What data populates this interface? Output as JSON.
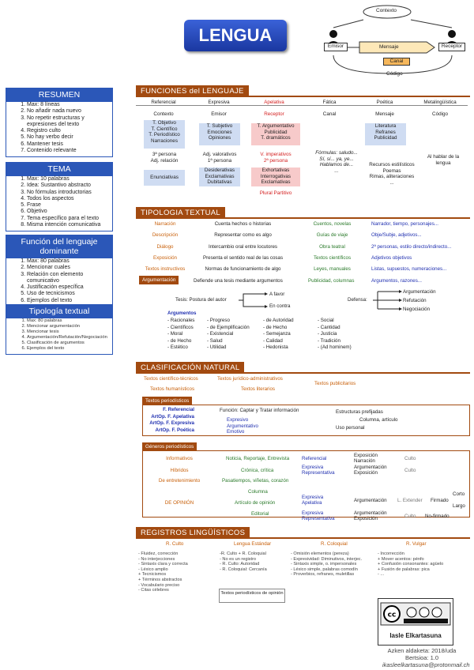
{
  "title": "LENGUA",
  "diagram": {
    "contexto": "Contexto",
    "emisor": "Emisor",
    "mensaje": "Mensaje",
    "receptor": "Receptor",
    "canal": "Canal",
    "codigo": "Código"
  },
  "resumen": {
    "title": "RESUMEN",
    "items": [
      "Max: 8 líneas",
      "No añadir nada nuevo",
      "No repetir estructuras y expresiones del texto",
      "Registro culto",
      "No hay verbo decir",
      "Mantener tesis",
      "Contenido relevante"
    ]
  },
  "tema": {
    "title": "TEMA",
    "items": [
      "Max: 10 palabras",
      "Idea: Sustantivo abstracto",
      "No fórmulas introductorias",
      "Todos los aspectos",
      "Frase",
      "Objetivo",
      "Tema específico para el texto",
      "Misma intención comunicativa"
    ]
  },
  "funcion": {
    "title": "Función del lenguaje dominante",
    "items": [
      "Max: 80 palabras",
      "Mencionar cuales",
      "Relación con elemento comunicativo",
      "Justificación específica",
      "Uso de tecnicismos",
      "Ejemplos del texto"
    ]
  },
  "tipologia_side": {
    "title": "Tipología textual",
    "items": [
      "Max: 80 palabras",
      "Mencionar argumentación",
      "Mencionar tesis",
      "Argumentación/Refutación/Negociación",
      "Clasificación de argumentos",
      "Ejemplos del texto"
    ]
  },
  "funciones": {
    "title": "FUNCIONES del LENGUAJE",
    "headers": [
      "Referencial",
      "Expresiva",
      "Apelativa",
      "Fática",
      "Poética",
      "Metalingüística"
    ],
    "row1": [
      "Contexto",
      "Emisor",
      "Receptor",
      "Canal",
      "Mensaje",
      "Código"
    ],
    "referencial": [
      "T. Objetivo",
      "T. Científico",
      "T. Periodístico",
      "Narraciones",
      "3ª persona",
      "Adj. relación",
      "Enunciativas"
    ],
    "expresiva": [
      "T. Subjetivo",
      "Emociones",
      "Opiniones",
      "Adj. valorativos",
      "1ª persona",
      "Desiderativas",
      "Exclamativas",
      "Dubitativas"
    ],
    "apelativa": [
      "T. Argumentativo",
      "Publicidad",
      "T. dramáticos",
      "V. imperativos",
      "2ª persona",
      "Exhortativas",
      "Interrogativas",
      "Exclamativas",
      "Plural Partitivo"
    ],
    "fatica": [
      "Fórmulas: saludo...",
      "Sí, sí... ya, ye...",
      "Hablamos de...",
      "..."
    ],
    "poetica": [
      "Literatura",
      "Refranes",
      "Publicidad",
      "Recursos estilísticos",
      "Poemas",
      "Rimas, aliteraciones",
      "..."
    ],
    "meta": [
      "Al hablar de la lengua"
    ]
  },
  "tipologia": {
    "title": "TIPOLOGIA TEXTUAL",
    "rows": [
      {
        "type": "Narración",
        "desc": "Cuenta hechos o historias",
        "ex": "Cuentos, novelas",
        "rec": "Narrador, tiempo, personajes..."
      },
      {
        "type": "Descripción",
        "desc": "Representar como es algo",
        "ex": "Guías de viaje",
        "rec": "Obje/Subje, adjetivos..."
      },
      {
        "type": "Diálogo",
        "desc": "Intercambio oral entre locutores",
        "ex": "Obra teatral",
        "rec": "2ª personas, estilo directo/indirecto..."
      },
      {
        "type": "Exposición",
        "desc": "Presenta el sentido real de las cosas",
        "ex": "Textos científicos",
        "rec": "Adjetivos objetivos"
      },
      {
        "type": "Textos instructivos",
        "desc": "Normas de funcionamiento de algo",
        "ex": "Leyes, manuales",
        "rec": "Listas, supuestos, numeraciones..."
      }
    ],
    "arg_label": "Argumentación",
    "arg_desc": "Defiende una tesis mediante argumentos",
    "arg_ex": "Publicidad, columnas",
    "arg_rec": "Argumentos, razones...",
    "tesis": "Tesis: Postura del autor",
    "afavor": "A favor",
    "encontra": "En contra",
    "defensa": "Defensa:",
    "def_items": [
      "Argumentación",
      "Refutación",
      "Negociación"
    ],
    "argumentos": "Argumentos",
    "col1": [
      "- Racionales",
      "- Científicos",
      "- Moral",
      "- de Hecho",
      "- Estético"
    ],
    "col2": [
      "- Progreso",
      "- de Ejemplificación",
      "- Existencial",
      "- Salud",
      "- Utilidad"
    ],
    "col3": [
      "- de Autoridad",
      "- de Hecho",
      "- Semejanza",
      "- Calidad",
      "- Hedonista"
    ],
    "col4": [
      "- Social",
      "- Cantidad",
      "- Justicia",
      "- Tradición",
      "- (Ad hominem)"
    ]
  },
  "clasificacion": {
    "title": "CLASIFICACIÓN NATURAL",
    "items": [
      "Textos científico-técnicos",
      "Textos jurídico-administrativos",
      "Textos publicitarios",
      "Textos humanísticos",
      "Textos literarios"
    ],
    "period_label": "Textos periodísticos",
    "funcs": [
      "F. Referencial",
      "ArtOp. F. Apelativa",
      "ArtOp. F. Expresiva",
      "ArtOp. F. Poética"
    ],
    "funcion_text": "Función: Captar y Tratar información",
    "bullets": [
      "Expresivo",
      "Argumentativo",
      "Emotivo"
    ],
    "estructuras": "Estructuras prefijadas",
    "columna": "Columna, artículo",
    "uso": "Uso personal",
    "generos_label": "Géneros periodísticos",
    "generos": [
      {
        "name": "Informativos",
        "ex": "Noticia, Reportaje, Entrevista",
        "f": [
          "Referencial"
        ],
        "t": [
          "Exposición",
          "Narración"
        ],
        "reg": "Culto"
      },
      {
        "name": "Híbridos",
        "ex": "Crónica, crítica",
        "f": [
          "Expresiva",
          "Representativa"
        ],
        "t": [
          "Argumentación",
          "Exposición"
        ],
        "reg": "Culto"
      },
      {
        "name": "De entretenimiento",
        "ex": "Pasatiempos, viñetas, corazón"
      },
      {
        "name": "DE OPINIÓN",
        "ex": "Columna",
        "ex2": "Artículo de opinión",
        "ex3": "Editorial",
        "f": [
          "Expresiva",
          "Apelativa"
        ],
        "t": [
          "Argumentación"
        ],
        "estr": "L. Extender",
        "firm": "Firmado",
        "corto": "Corto",
        "largo": "Largo",
        "f2": [
          "Expresiva",
          "Representativa"
        ],
        "t2": [
          "Argumentación",
          "Exposición"
        ],
        "reg": "Culto",
        "nofirm": "No-firmado"
      }
    ]
  },
  "registros": {
    "title": "REGISTROS LINGÜÍSTICOS",
    "heads": [
      "R. Culto",
      "Lengua Estándar",
      "R. Coloquial",
      "R. Vulgar"
    ],
    "culto": [
      "- Fluidez, corrección",
      "- No interjecciones",
      "- Sintaxis clara y correcta",
      "- Léxico amplio",
      "+ Tecnicismos",
      "+ Términos abstractos",
      "- Vocabulario preciso",
      "- Citas célebres"
    ],
    "estandar": [
      "-R. Culto + R. Coloquial",
      "- No es un registro",
      "- R. Culto: Autoridad",
      "- R. Coloquial: Cercanía"
    ],
    "coloquial": [
      "- Omisión elementos (pereza)",
      "- Expresividad: Diminutivos, interjec.",
      "- Sintaxis simple, o. impersonales",
      "- Léxico simple, palabras comodín",
      "- Proverbios, refranes, muletillas"
    ],
    "vulgar": [
      "- Incorrección",
      "+ Mover acentos: pénfo",
      "+ Confusión consonantes: agüelo",
      "+ Fusión de palabras: pica",
      "- ..."
    ],
    "note": "Textos periodísticos de opinión"
  },
  "footer": {
    "cc_name": "Iasle Elkartasuna",
    "line1": "Azken aldaketa: 2018/uda",
    "line2": "Bertsioa: 1.0",
    "line3": "ikasleelkartasuna@protonmail.ch"
  }
}
